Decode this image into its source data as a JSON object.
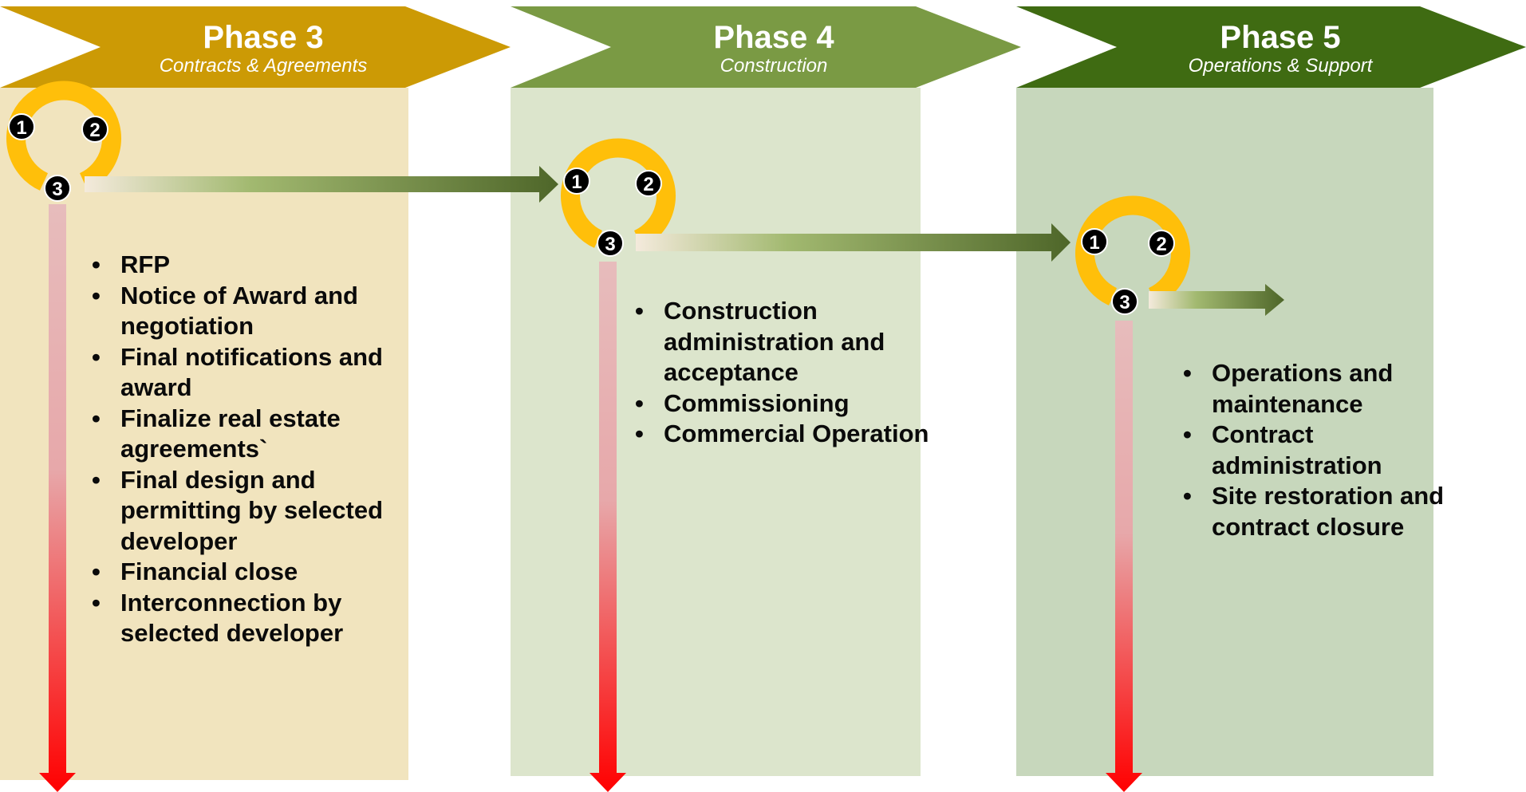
{
  "phases": [
    {
      "title": "Phase 3",
      "subtitle": "Contracts & Agreements",
      "items": [
        "RFP",
        "Notice of Award and negotiation",
        "Final notifications and award",
        "Finalize real estate agreements`",
        "Final design and permitting by selected developer",
        "Financial close",
        "Interconnection by selected developer"
      ]
    },
    {
      "title": "Phase 4",
      "subtitle": "Construction",
      "items": [
        "Construction administration and acceptance",
        "Commissioning",
        "Commercial Operation"
      ]
    },
    {
      "title": "Phase 5",
      "subtitle": "Operations & Support",
      "items": [
        "Operations and maintenance",
        "Contract administration",
        "Site restoration and contract closure"
      ]
    }
  ],
  "cycle_steps": [
    "1",
    "2",
    "3"
  ],
  "colors": {
    "phase3_header": "#cc9a05",
    "phase3_panel": "#f1e4be",
    "phase4_header": "#7a9a44",
    "phase4_panel": "#dce5cc",
    "phase5_header": "#3f6b12",
    "phase5_panel": "#c7d7bc",
    "cycle_ring": "#ffbf0a",
    "arrow_dark": "#4e6629",
    "arrow_red": "#ff0000"
  }
}
